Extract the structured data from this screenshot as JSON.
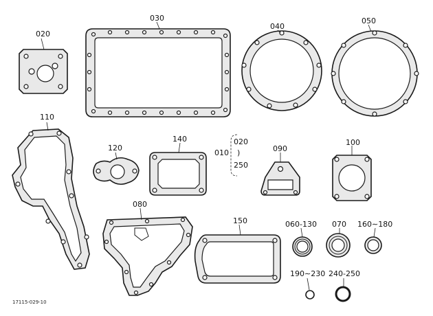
{
  "diagram": {
    "labels": {
      "p020": "020",
      "p030": "030",
      "p040": "040",
      "p050": "050",
      "p110": "110",
      "p120": "120",
      "p140": "140",
      "p010": "010",
      "p020b": "020",
      "p250": "250",
      "p090": "090",
      "p100": "100",
      "p080": "080",
      "p150": "150",
      "p060_130": "060-130",
      "p070": "070",
      "p160_180": "160∼180",
      "p190_230": "190∼230",
      "p240_250": "240-250"
    },
    "figure_code": "17115-029-10"
  }
}
